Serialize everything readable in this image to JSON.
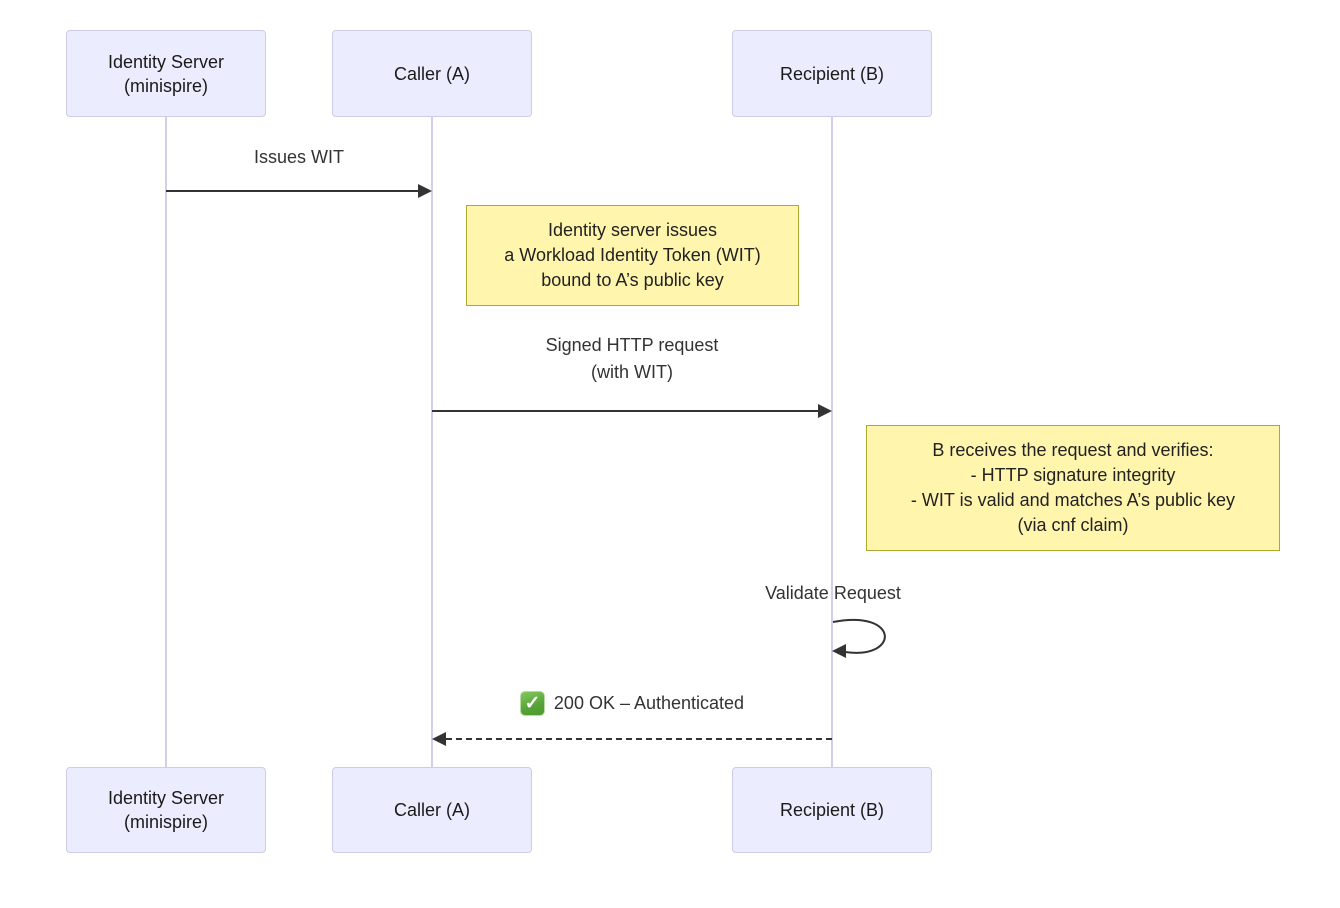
{
  "diagram": {
    "type": "sequence",
    "background": "#ffffff",
    "colors": {
      "actor_fill": "#ECECFF",
      "actor_border": "#CFCCE8",
      "lifeline": "#d5cdea",
      "note_fill": "#fff5ad",
      "note_border": "#aaaa33",
      "arrow": "#333333",
      "message_text": "#333333",
      "check_green": "#55a336"
    },
    "actors": [
      {
        "id": "identity-server",
        "label": "Identity Server\n(minispire)"
      },
      {
        "id": "caller-a",
        "label": "Caller (A)"
      },
      {
        "id": "recipient-b",
        "label": "Recipient (B)"
      }
    ],
    "messages": [
      {
        "from": "identity-server",
        "to": "caller-a",
        "style": "solid",
        "label": "Issues WIT"
      },
      {
        "from": "caller-a",
        "to": "recipient-b",
        "style": "solid",
        "label": "Signed HTTP request\n(with WIT)"
      },
      {
        "from": "recipient-b",
        "to": "recipient-b",
        "style": "self-loop",
        "label": "Validate Request"
      },
      {
        "from": "recipient-b",
        "to": "caller-a",
        "style": "dashed",
        "check_glyph": "✓",
        "label": "200 OK – Authenticated"
      }
    ],
    "notes": [
      {
        "over": "caller-a",
        "text": "Identity server issues\na Workload Identity Token (WIT)\nbound to A’s public key"
      },
      {
        "over": "recipient-b",
        "text": "B receives the request and verifies:\n- HTTP signature integrity\n- WIT is valid and matches A’s public key\n(via cnf claim)"
      }
    ]
  }
}
